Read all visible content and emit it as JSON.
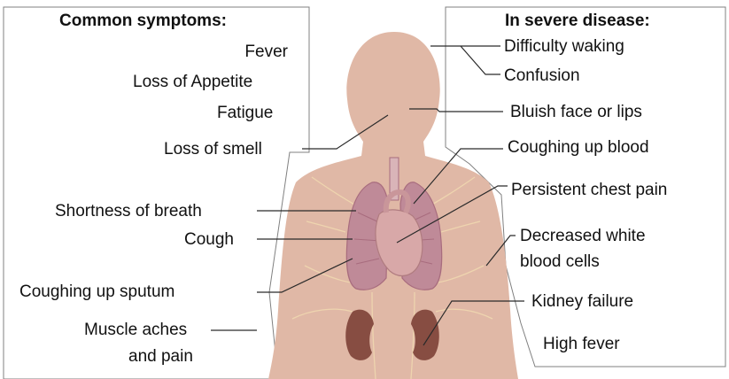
{
  "colors": {
    "body": "#e0b8a6",
    "lung": "#bf8a98",
    "lung_shade": "#a86c7e",
    "heart": "#d8a8a8",
    "kidney": "#874d42",
    "vessel": "#f0d8b0",
    "leader": "#2a2a2a",
    "frame": "#808080"
  },
  "common": {
    "heading": "Common symptoms:",
    "items": {
      "fever": "Fever",
      "appetite": "Loss of Appetite",
      "fatigue": "Fatigue",
      "smell": "Loss of smell",
      "breath": "Shortness of breath",
      "cough": "Cough",
      "sputum": "Coughing up sputum",
      "muscle_1": "Muscle aches",
      "muscle_2": "and pain"
    }
  },
  "severe": {
    "heading": "In severe disease:",
    "items": {
      "waking": "Difficulty waking",
      "confusion": "Confusion",
      "bluish": "Bluish face or lips",
      "blood": "Coughing up blood",
      "chest": "Persistent chest pain",
      "wbc_1": "Decreased white",
      "wbc_2": "blood cells",
      "kidney": "Kidney failure",
      "fever": "High fever"
    }
  }
}
